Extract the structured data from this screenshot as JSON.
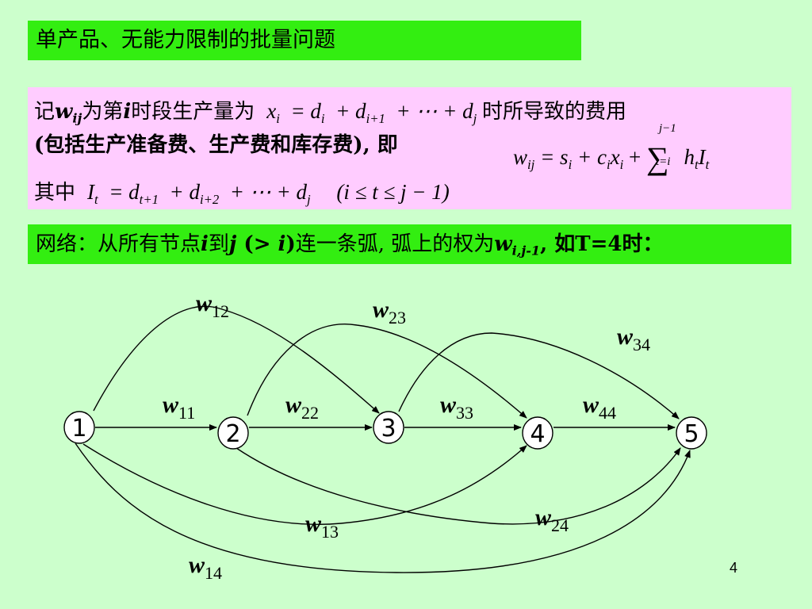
{
  "title": "单产品、无能力限制的批量问题",
  "definition": {
    "line1_a": "记",
    "w_symbol": "w",
    "w_sub": "ij",
    "line1_b": "为第",
    "i_symbol": "i",
    "line1_c": "时段生产量为",
    "line1_d": "时所导致的费用",
    "line2": "(包括生产准备费、生产费和库存费), 即",
    "line3": "其中",
    "formula_x_lhs": "x",
    "formula_x_rhs": "= d",
    "formula_x_plus": "+ d",
    "formula_x_dots": "+ ⋯ + d",
    "formula_w_lhs": "w",
    "formula_w_eq": "= s",
    "formula_w_plus_c": "+ c",
    "formula_w_x": "x",
    "formula_w_plus": "+",
    "formula_w_sum": "∑",
    "formula_w_sum_top": "j−1",
    "formula_w_sum_bottom": "t=i",
    "formula_w_h": "h",
    "formula_w_I": "I",
    "formula_I_lhs": "I",
    "formula_I_eq": "= d",
    "formula_I_plus": "+ d",
    "formula_I_dots": "+ ⋯ + d",
    "formula_range": "(i ≤ t ≤ j − 1)",
    "sub_i": "i",
    "sub_i1": "i+1",
    "sub_j": "j",
    "sub_ij": "ij",
    "sub_t": "t",
    "sub_t1": "t+1",
    "sub_i2": "i+2"
  },
  "network_text": {
    "prefix": "网络：从所有节点",
    "i1": "i",
    "to": "到",
    "j": "j",
    "cond_open": " (> ",
    "i2": "i",
    "cond_close": ")",
    "middle": "连一条弧, 弧上的权为",
    "w": "w",
    "w_sub": "i,j-1",
    "suffix": ", 如T=4时："
  },
  "diagram": {
    "nodes": [
      "1",
      "2",
      "3",
      "4",
      "5"
    ],
    "edges": [
      {
        "name": "w",
        "sub": "11",
        "from": "1",
        "to": "2"
      },
      {
        "name": "w",
        "sub": "22",
        "from": "2",
        "to": "3"
      },
      {
        "name": "w",
        "sub": "33",
        "from": "3",
        "to": "4"
      },
      {
        "name": "w",
        "sub": "44",
        "from": "4",
        "to": "5"
      },
      {
        "name": "w",
        "sub": "12",
        "from": "1",
        "to": "3"
      },
      {
        "name": "w",
        "sub": "23",
        "from": "2",
        "to": "4"
      },
      {
        "name": "w",
        "sub": "34",
        "from": "3",
        "to": "5"
      },
      {
        "name": "w",
        "sub": "13",
        "from": "1",
        "to": "4"
      },
      {
        "name": "w",
        "sub": "24",
        "from": "2",
        "to": "5"
      },
      {
        "name": "w",
        "sub": "14",
        "from": "1",
        "to": "5"
      }
    ]
  },
  "page_number": "4"
}
